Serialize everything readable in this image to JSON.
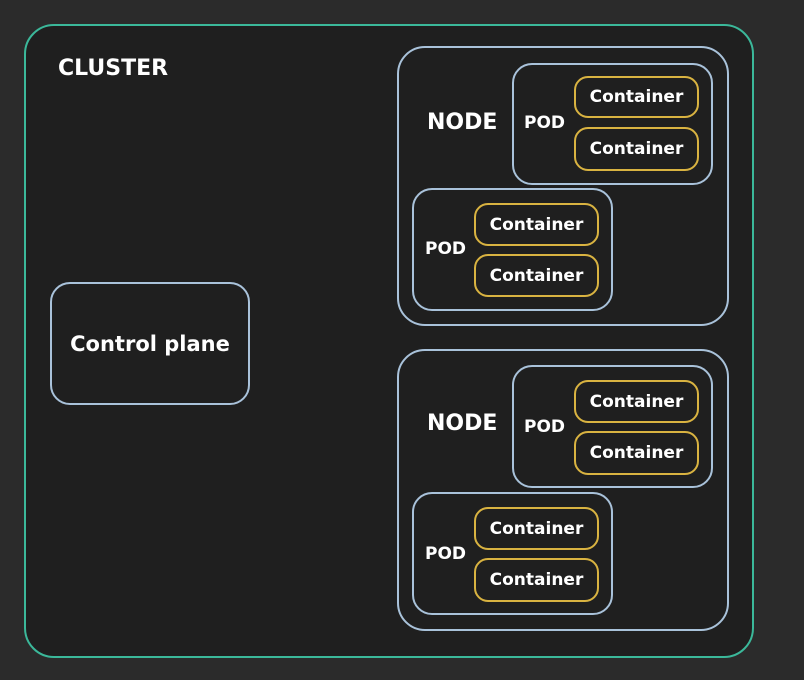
{
  "cluster": {
    "label": "CLUSTER"
  },
  "control_plane": {
    "label": "Control plane"
  },
  "nodes": [
    {
      "label": "NODE",
      "pods": [
        {
          "label": "POD",
          "containers": [
            "Container",
            "Container"
          ]
        },
        {
          "label": "POD",
          "containers": [
            "Container",
            "Container"
          ]
        }
      ]
    },
    {
      "label": "NODE",
      "pods": [
        {
          "label": "POD",
          "containers": [
            "Container",
            "Container"
          ]
        },
        {
          "label": "POD",
          "containers": [
            "Container",
            "Container"
          ]
        }
      ]
    }
  ],
  "colors": {
    "background": "#2b2b2b",
    "box_fill": "#1f1f1f",
    "cluster_border": "#3bb89a",
    "node_pod_border": "#a9c2da",
    "container_border": "#d9b341"
  }
}
